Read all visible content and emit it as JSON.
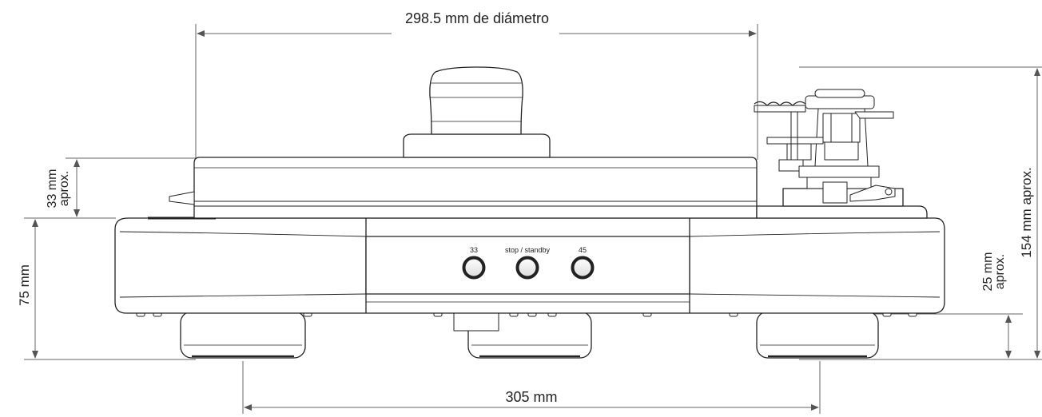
{
  "dimensions": {
    "platter_diameter": "298.5 mm de diámetro",
    "platter_height_value": "33 mm",
    "platter_height_note": "aprox.",
    "base_height": "75 mm",
    "total_height": "154 mm aprox.",
    "feet_height_value": "25 mm",
    "feet_height_note": "aprox.",
    "feet_spacing": "305 mm"
  },
  "controls": {
    "speed_33": "33",
    "stop_standby": "stop / standby",
    "speed_45": "45"
  }
}
